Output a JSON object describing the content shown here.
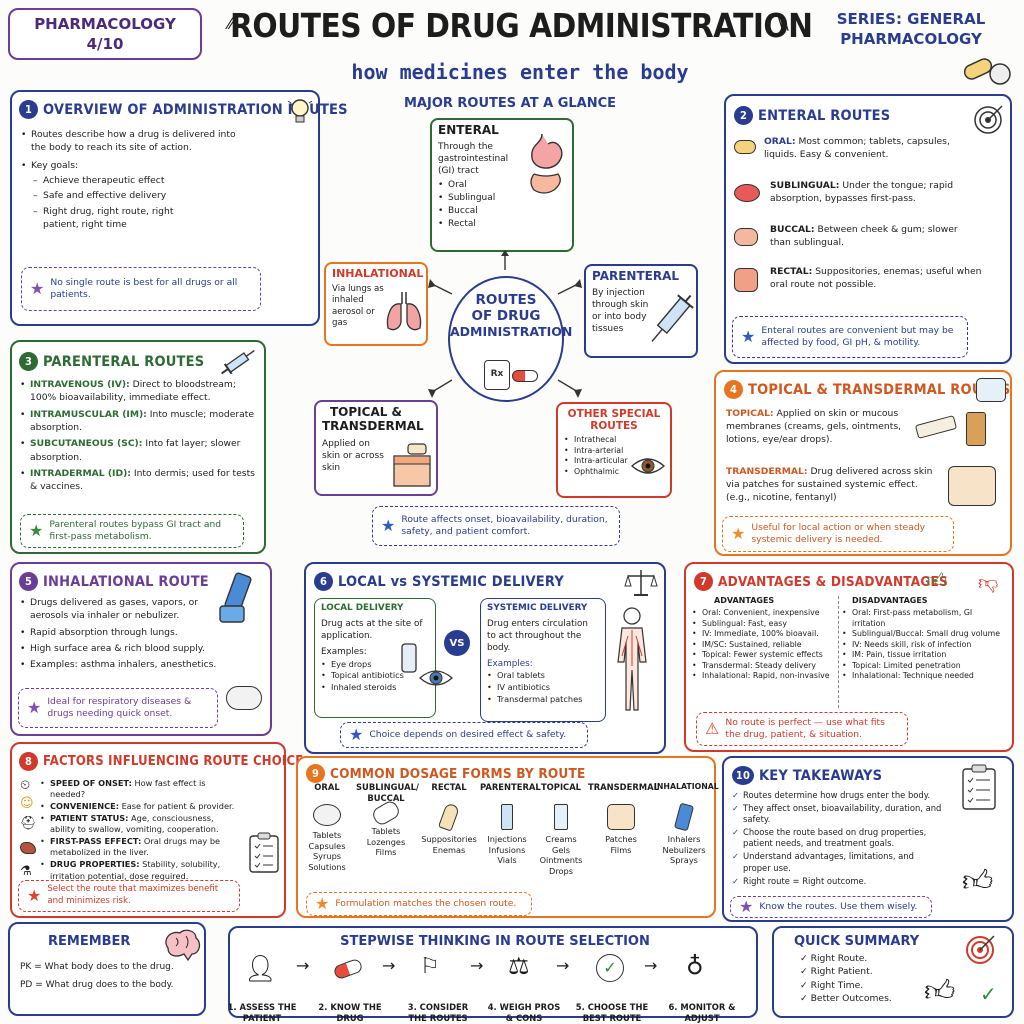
{
  "header": {
    "left_line1": "PHARMACOLOGY",
    "left_line2": "4/10",
    "title": "ROUTES OF DRUG ADMINISTRATION",
    "subtitle": "how medicines enter the body",
    "right_line1": "SERIES: GENERAL",
    "right_line2": "PHARMACOLOGY"
  },
  "colors": {
    "blue": "#2a3c8f",
    "green": "#2e6b33",
    "purple": "#6a3d96",
    "orange": "#e8741f",
    "red": "#d13a2a",
    "star_purple": "#7b50b8",
    "star_green": "#3a8a3a",
    "star_blue": "#2e5cc0",
    "star_orange": "#f08a2a",
    "star_red": "#e0452e"
  },
  "s1": {
    "num": "1",
    "title": "OVERVIEW OF ADMINISTRATION ROUTES",
    "b1": "Routes describe how a drug is delivered into the body to reach its site of action.",
    "b2": "Key goals:",
    "d1": "Achieve therapeutic effect",
    "d2": "Safe and effective delivery",
    "d3": "Right drug, right route, right patient, right time",
    "note": "No single route is best for all drugs or all patients."
  },
  "s2": {
    "num": "2",
    "title": "ENTERAL ROUTES",
    "i1h": "ORAL:",
    "i1": "Most common; tablets, capsules, liquids. Easy & convenient.",
    "i2h": "SUBLINGUAL:",
    "i2": "Under the tongue; rapid absorption, bypasses first-pass.",
    "i3h": "BUCCAL:",
    "i3": "Between cheek & gum; slower than sublingual.",
    "i4h": "RECTAL:",
    "i4": "Suppositories, enemas; useful when oral route not possible.",
    "note": "Enteral routes are convenient but may be affected by food, GI pH, & motility."
  },
  "s3": {
    "num": "3",
    "title": "PARENTERAL ROUTES",
    "i1h": "INTRAVENOUS (IV):",
    "i1": "Direct to bloodstream; 100% bioavailability, immediate effect.",
    "i2h": "INTRAMUSCULAR (IM):",
    "i2": "Into muscle; moderate absorption.",
    "i3h": "SUBCUTANEOUS (SC):",
    "i3": "Into fat layer; slower absorption.",
    "i4h": "INTRADERMAL (ID):",
    "i4": "Into dermis; used for tests & vaccines.",
    "note": "Parenteral routes bypass GI tract and first-pass metabolism."
  },
  "s4": {
    "num": "4",
    "title": "TOPICAL & TRANSDERMAL ROUTES",
    "i1h": "TOPICAL:",
    "i1": "Applied on skin or mucous membranes (creams, gels, ointments, lotions, eye/ear drops).",
    "i2h": "TRANSDERMAL:",
    "i2": "Drug delivered across skin via patches for sustained systemic effect. (e.g., nicotine, fentanyl)",
    "note": "Useful for local action or when steady systemic delivery is needed."
  },
  "s5": {
    "num": "5",
    "title": "INHALATIONAL ROUTE",
    "b1": "Drugs delivered as gases, vapors, or aerosols via inhaler or nebulizer.",
    "b2": "Rapid absorption through lungs.",
    "b3": "High surface area & rich blood supply.",
    "b4": "Examples: asthma inhalers, anesthetics.",
    "note": "Ideal for respiratory diseases & drugs needing quick onset."
  },
  "s6": {
    "num": "6",
    "title": "LOCAL vs SYSTEMIC DELIVERY",
    "local_title": "LOCAL DELIVERY",
    "local_desc": "Drug acts at the site of application.",
    "local_ex": "Examples:",
    "local_e1": "Eye drops",
    "local_e2": "Topical antibiotics",
    "local_e3": "Inhaled steroids",
    "vs": "VS",
    "sys_title": "SYSTEMIC DELIVERY",
    "sys_desc": "Drug enters circulation to act throughout the body.",
    "sys_ex": "Examples:",
    "sys_e1": "Oral tablets",
    "sys_e2": "IV antibiotics",
    "sys_e3": "Transdermal patches",
    "note": "Choice depends on desired effect & safety."
  },
  "s7": {
    "num": "7",
    "title": "ADVANTAGES & DISADVANTAGES",
    "adv_h": "ADVANTAGES",
    "dis_h": "DISADVANTAGES",
    "adv": [
      "Oral: Convenient, inexpensive",
      "Sublingual: Fast, easy",
      "IV: Immediate, 100% bioavail.",
      "IM/SC: Sustained, reliable",
      "Topical: Fewer systemic effects",
      "Transdermal: Steady delivery",
      "Inhalational: Rapid, non-invasive"
    ],
    "dis": [
      "Oral: First-pass metabolism, GI irritation",
      "Sublingual/Buccal: Small drug volume",
      "IV: Needs skill, risk of infection",
      "IM: Pain, tissue irritation",
      "Topical: Limited penetration",
      "Inhalational: Technique needed"
    ],
    "note": "No route is perfect — use what fits the drug, patient, & situation."
  },
  "s8": {
    "num": "8",
    "title": "FACTORS INFLUENCING ROUTE CHOICE",
    "i1h": "SPEED OF ONSET:",
    "i1": "How fast effect is needed?",
    "i2h": "CONVENIENCE:",
    "i2": "Ease for patient & provider.",
    "i3h": "PATIENT STATUS:",
    "i3": "Age, consciousness, ability to swallow, vomiting, cooperation.",
    "i4h": "FIRST-PASS EFFECT:",
    "i4": "Oral drugs may be metabolized in the liver.",
    "i5h": "DRUG PROPERTIES:",
    "i5": "Stability, solubility, irritation potential, dose required.",
    "note": "Select the route that maximizes benefit and minimizes risk."
  },
  "s9": {
    "num": "9",
    "title": "COMMON DOSAGE FORMS BY ROUTE",
    "cols": [
      {
        "h": "ORAL",
        "forms": [
          "Tablets",
          "Capsules",
          "Syrups",
          "Solutions"
        ]
      },
      {
        "h": "SUBLINGUAL/ BUCCAL",
        "forms": [
          "Tablets",
          "Lozenges",
          "Films"
        ]
      },
      {
        "h": "RECTAL",
        "forms": [
          "Suppositories",
          "Enemas"
        ]
      },
      {
        "h": "PARENTERAL",
        "forms": [
          "Injections",
          "Infusions",
          "Vials"
        ]
      },
      {
        "h": "TOPICAL",
        "forms": [
          "Creams",
          "Gels",
          "Ointments",
          "Drops"
        ]
      },
      {
        "h": "TRANSDERMAL",
        "forms": [
          "Patches",
          "Films"
        ]
      },
      {
        "h": "INHALATIONAL",
        "forms": [
          "Inhalers",
          "Nebulizers",
          "Sprays"
        ]
      }
    ],
    "note": "Formulation matches the chosen route."
  },
  "s10": {
    "num": "10",
    "title": "KEY TAKEAWAYS",
    "items": [
      "Routes determine how drugs enter the body.",
      "They affect onset, bioavailability, duration, and safety.",
      "Choose the route based on drug properties, patient needs, and treatment goals.",
      "Understand advantages, limitations, and proper use.",
      "Right route = Right outcome."
    ],
    "note": "Know the routes. Use them wisely."
  },
  "center": {
    "heading": "MAJOR ROUTES AT A GLANCE",
    "hub_l1": "ROUTES",
    "hub_l2": "OF DRUG",
    "hub_l3": "ADMINISTRATION",
    "rx": "Rx",
    "enteral_h": "ENTERAL",
    "enteral_d": "Through the gastrointestinal (GI) tract",
    "enteral_items": [
      "Oral",
      "Sublingual",
      "Buccal",
      "Rectal"
    ],
    "inh_h": "INHALATIONAL",
    "inh_d": "Via lungs as inhaled aerosol or gas",
    "par_h": "PARENTERAL",
    "par_d": "By injection through skin or into body tissues",
    "top_h": "TOPICAL & TRANSDERMAL",
    "top_d": "Applied on skin or across skin",
    "oth_h": "OTHER SPECIAL ROUTES",
    "oth_items": [
      "Intrathecal",
      "Intra-arterial",
      "Intra-articular",
      "Ophthalmic"
    ],
    "note": "Route affects onset, bioavailability, duration, safety, and patient comfort."
  },
  "remember": {
    "title": "REMEMBER",
    "pk": "PK = What body does to the drug.",
    "pd": "PD = What drug does to the body."
  },
  "stepwise": {
    "title": "STEPWISE THINKING IN ROUTE SELECTION",
    "steps": [
      "1. ASSESS THE PATIENT",
      "2. KNOW THE DRUG",
      "3. CONSIDER THE ROUTES",
      "4. WEIGH PROS & CONS",
      "5. CHOOSE THE BEST ROUTE",
      "6. MONITOR & ADJUST"
    ]
  },
  "quick": {
    "title": "QUICK SUMMARY",
    "items": [
      "Right Route.",
      "Right Patient.",
      "Right Time.",
      "Better Outcomes."
    ]
  }
}
